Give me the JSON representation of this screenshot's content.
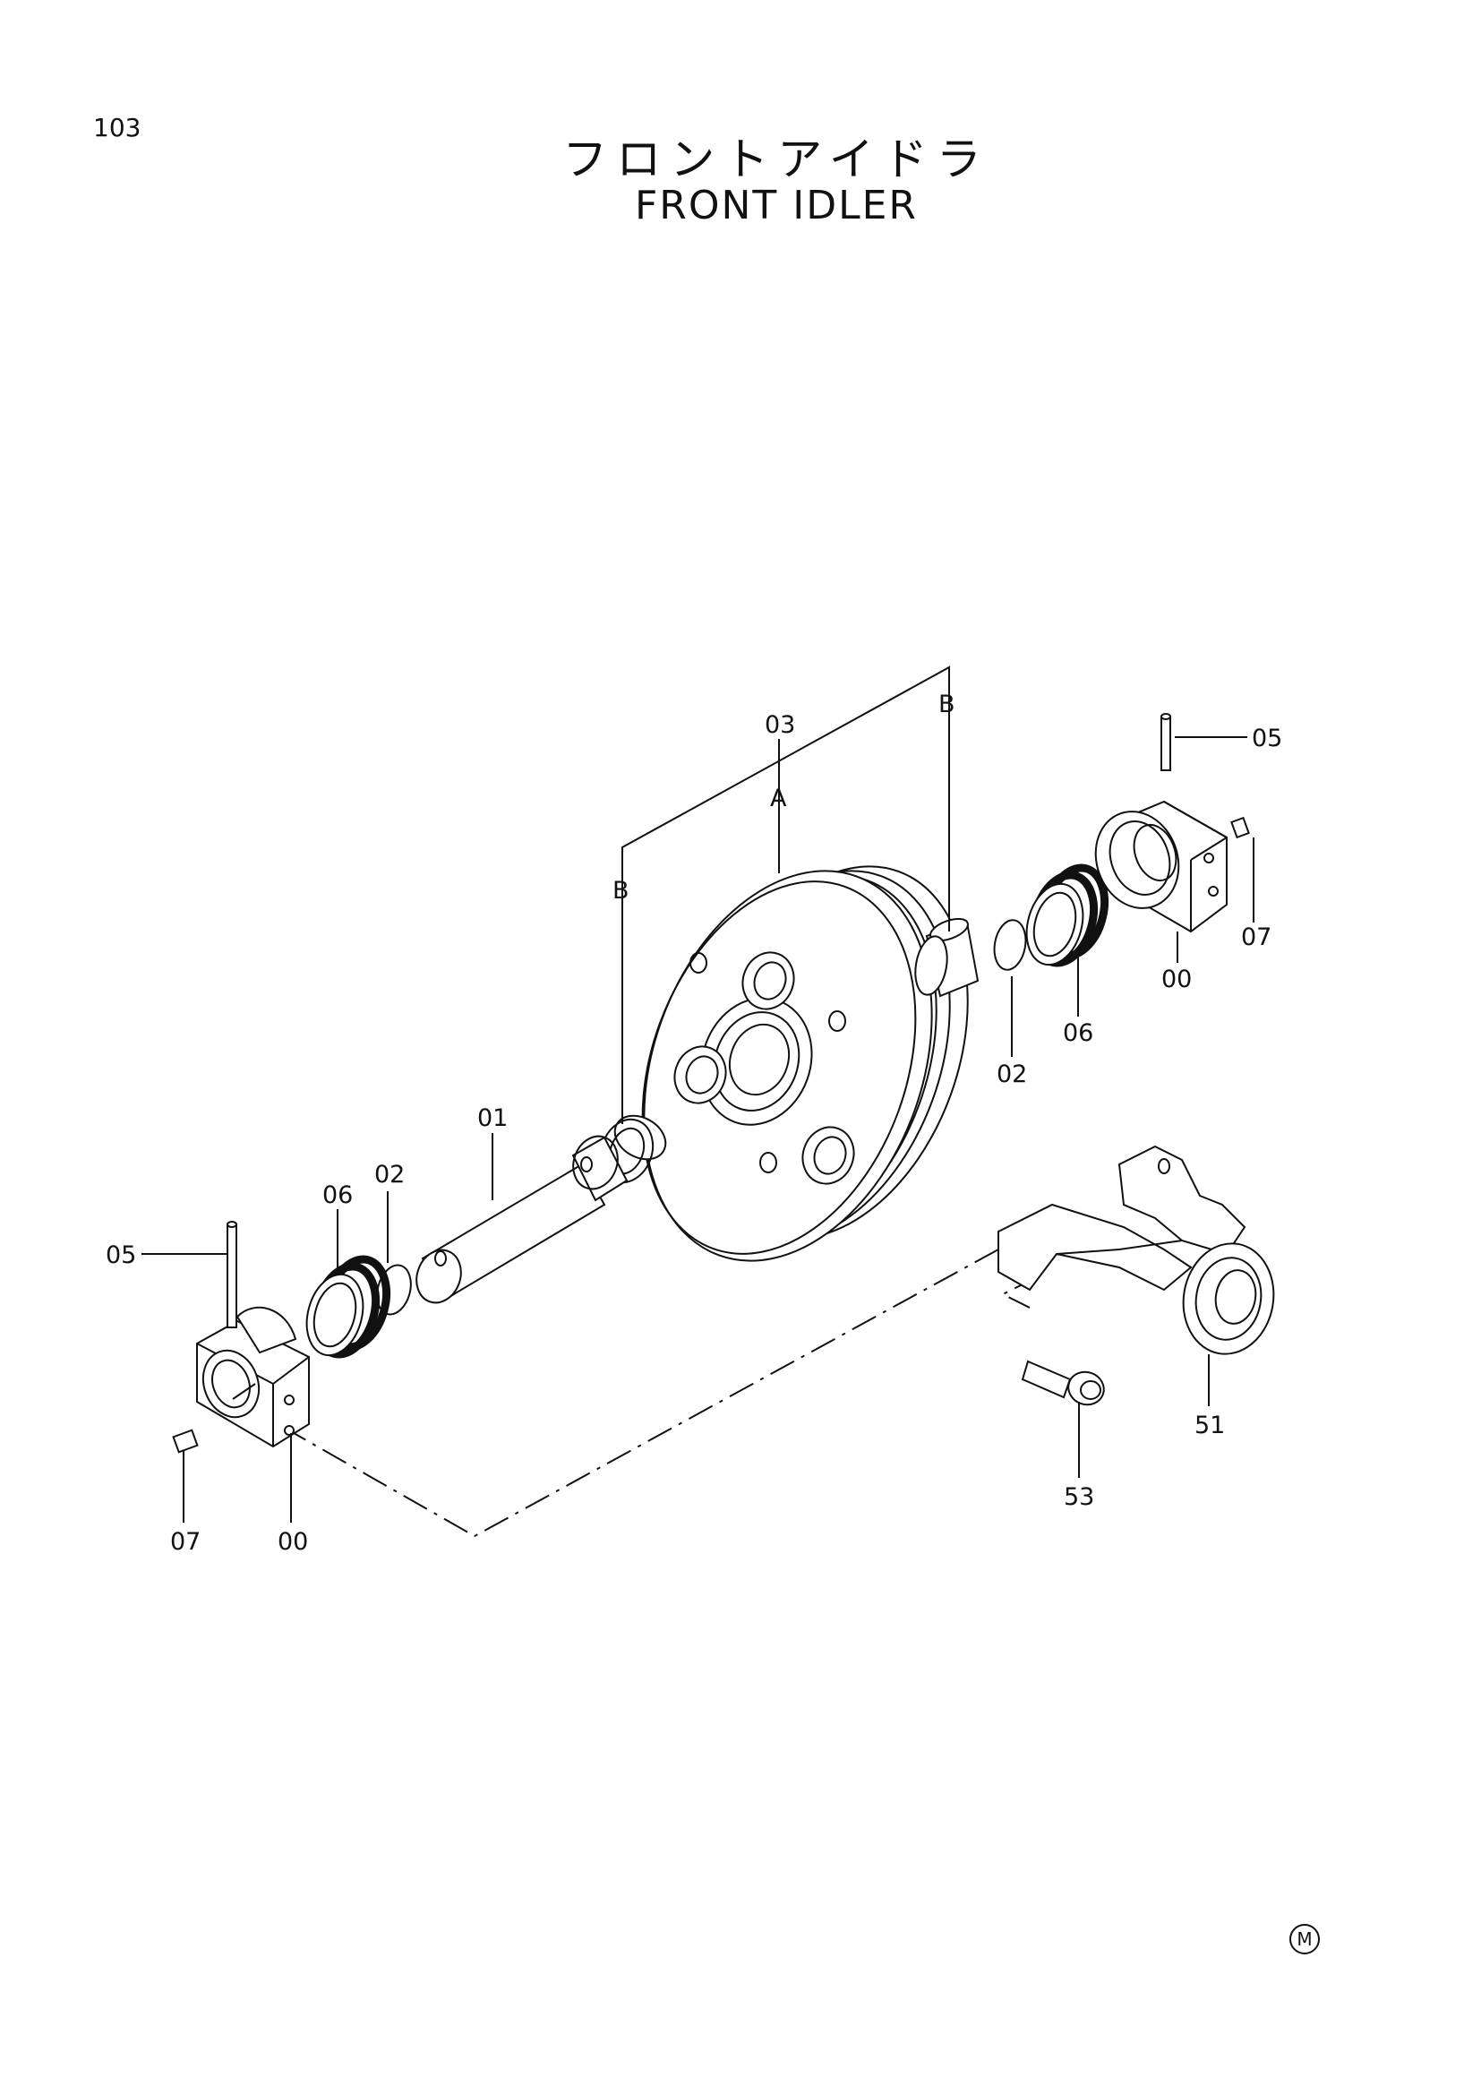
{
  "page_number": "103",
  "title_jp": "フロントアイドラ",
  "title_en": "FRONT IDLER",
  "mark": "M",
  "callouts": {
    "idler": "03",
    "ref_a": "A",
    "ref_b_right": "B",
    "ref_b_left": "B",
    "pin_right": "05",
    "plug_right": "07",
    "bearing_right": "00",
    "seal_right": "06",
    "oring_right": "02",
    "shaft": "01",
    "seal_left": "06",
    "oring_left": "02",
    "pin_left": "05",
    "plug_left": "07",
    "bearing_left": "00",
    "yoke": "51",
    "bolt": "53"
  }
}
